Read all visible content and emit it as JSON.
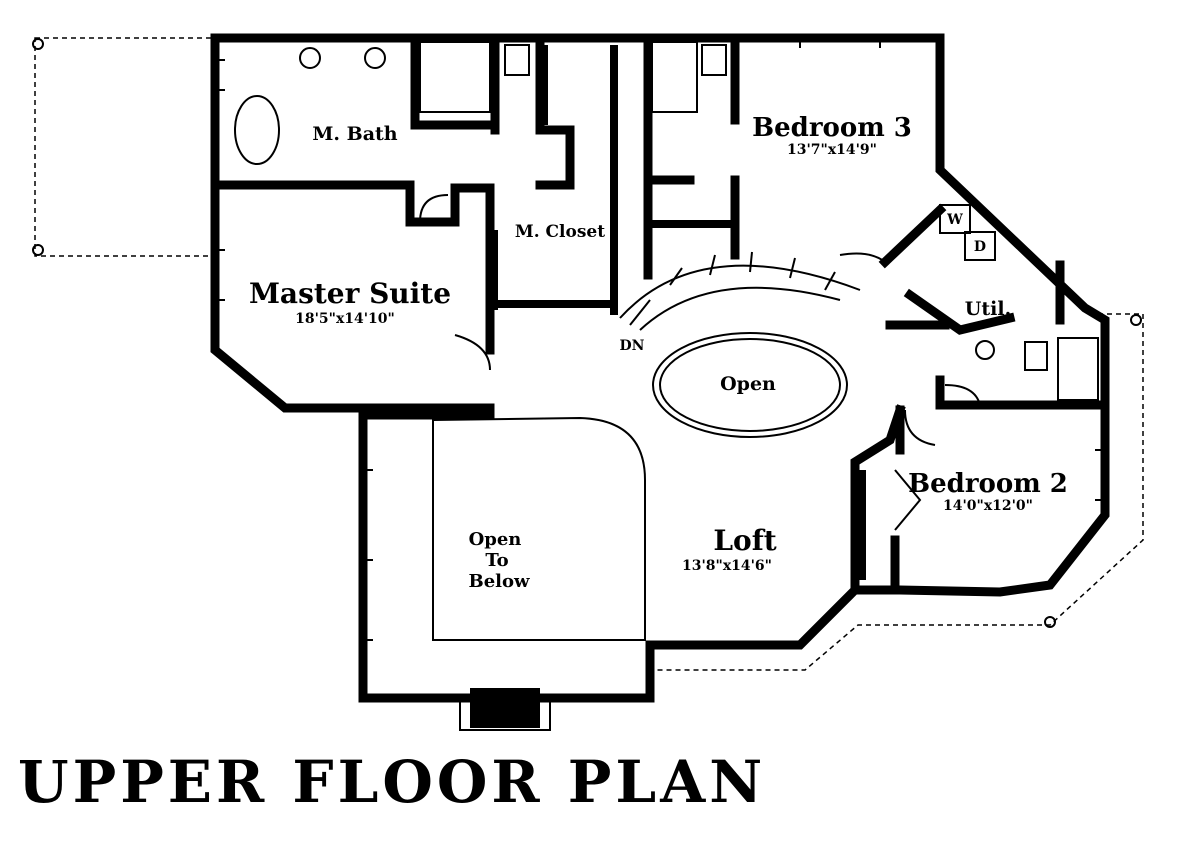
{
  "title": "UPPER FLOOR PLAN",
  "colors": {
    "ink": "#000000",
    "paper": "#ffffff"
  },
  "rooms": {
    "m_bath": {
      "name": "M. Bath"
    },
    "m_closet": {
      "name": "M. Closet"
    },
    "master_suite": {
      "name": "Master Suite",
      "size": "18'5\"x14'10\""
    },
    "bedroom3": {
      "name": "Bedroom 3",
      "size": "13'7\"x14'9\""
    },
    "util": {
      "name": "Util."
    },
    "open_stair": {
      "name": "Open"
    },
    "bedroom2": {
      "name": "Bedroom 2",
      "size": "14'0\"x12'0\""
    },
    "loft": {
      "name": "Loft",
      "size": "13'8\"x14'6\""
    },
    "open_to_below": {
      "line1": "Open",
      "line2": "To",
      "line3": "Below"
    }
  },
  "labels": {
    "stair_down": "DN",
    "washer": "W",
    "dryer": "D"
  }
}
